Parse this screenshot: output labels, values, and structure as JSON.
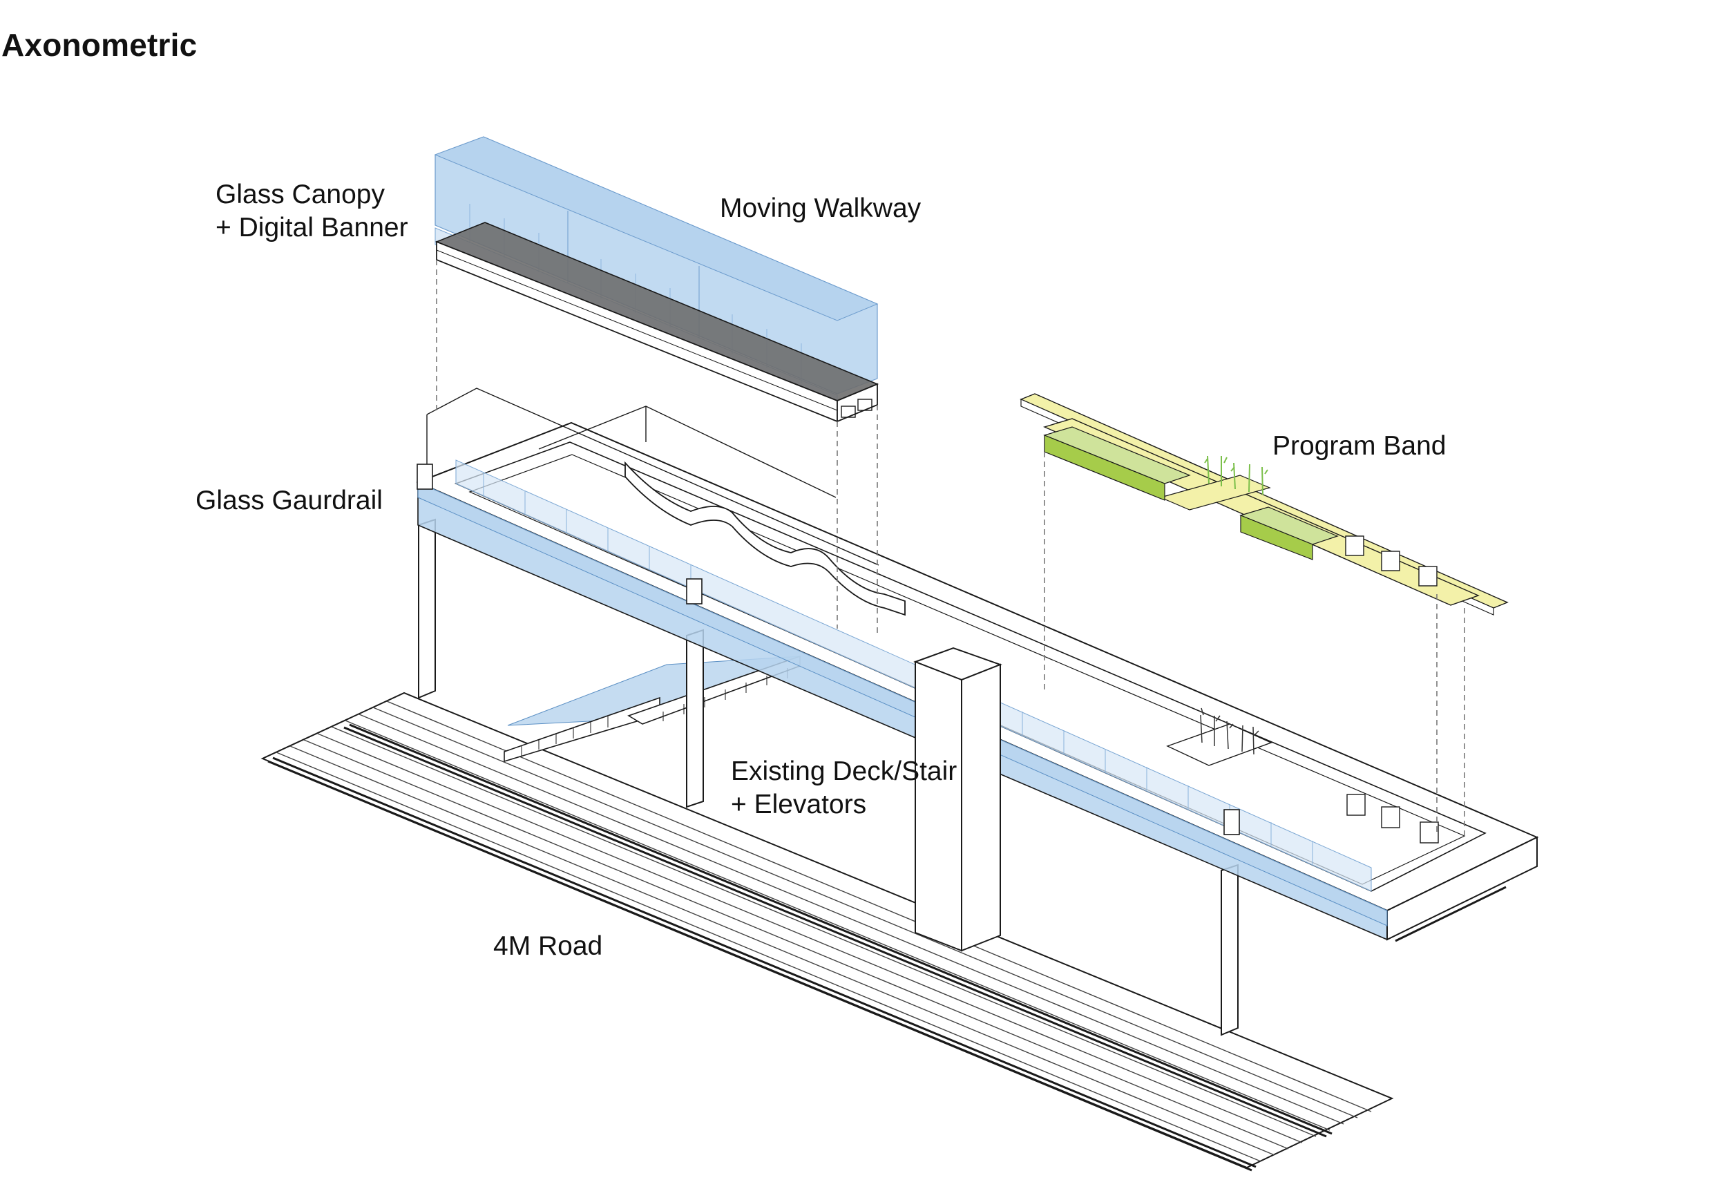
{
  "title": "Axonometric",
  "labels": {
    "glass_canopy": [
      "Glass Canopy",
      "+ Digital Banner"
    ],
    "moving_walkway": "Moving Walkway",
    "glass_guardrail": "Glass Gaurdrail",
    "program_band": "Program Band",
    "existing_deck": [
      "Existing Deck/Stair",
      "+ Elevators"
    ],
    "road": "4M Road"
  },
  "colors": {
    "glass_blue": "#b6d3ee",
    "glass_blue_light": "#d7e7f6",
    "walkway_dark": "#6e6e6e",
    "program_yellow": "#f3f1a9",
    "program_green": "#a6cc4a",
    "program_green_light": "#cfe39b",
    "line": "#1a1a1a"
  }
}
